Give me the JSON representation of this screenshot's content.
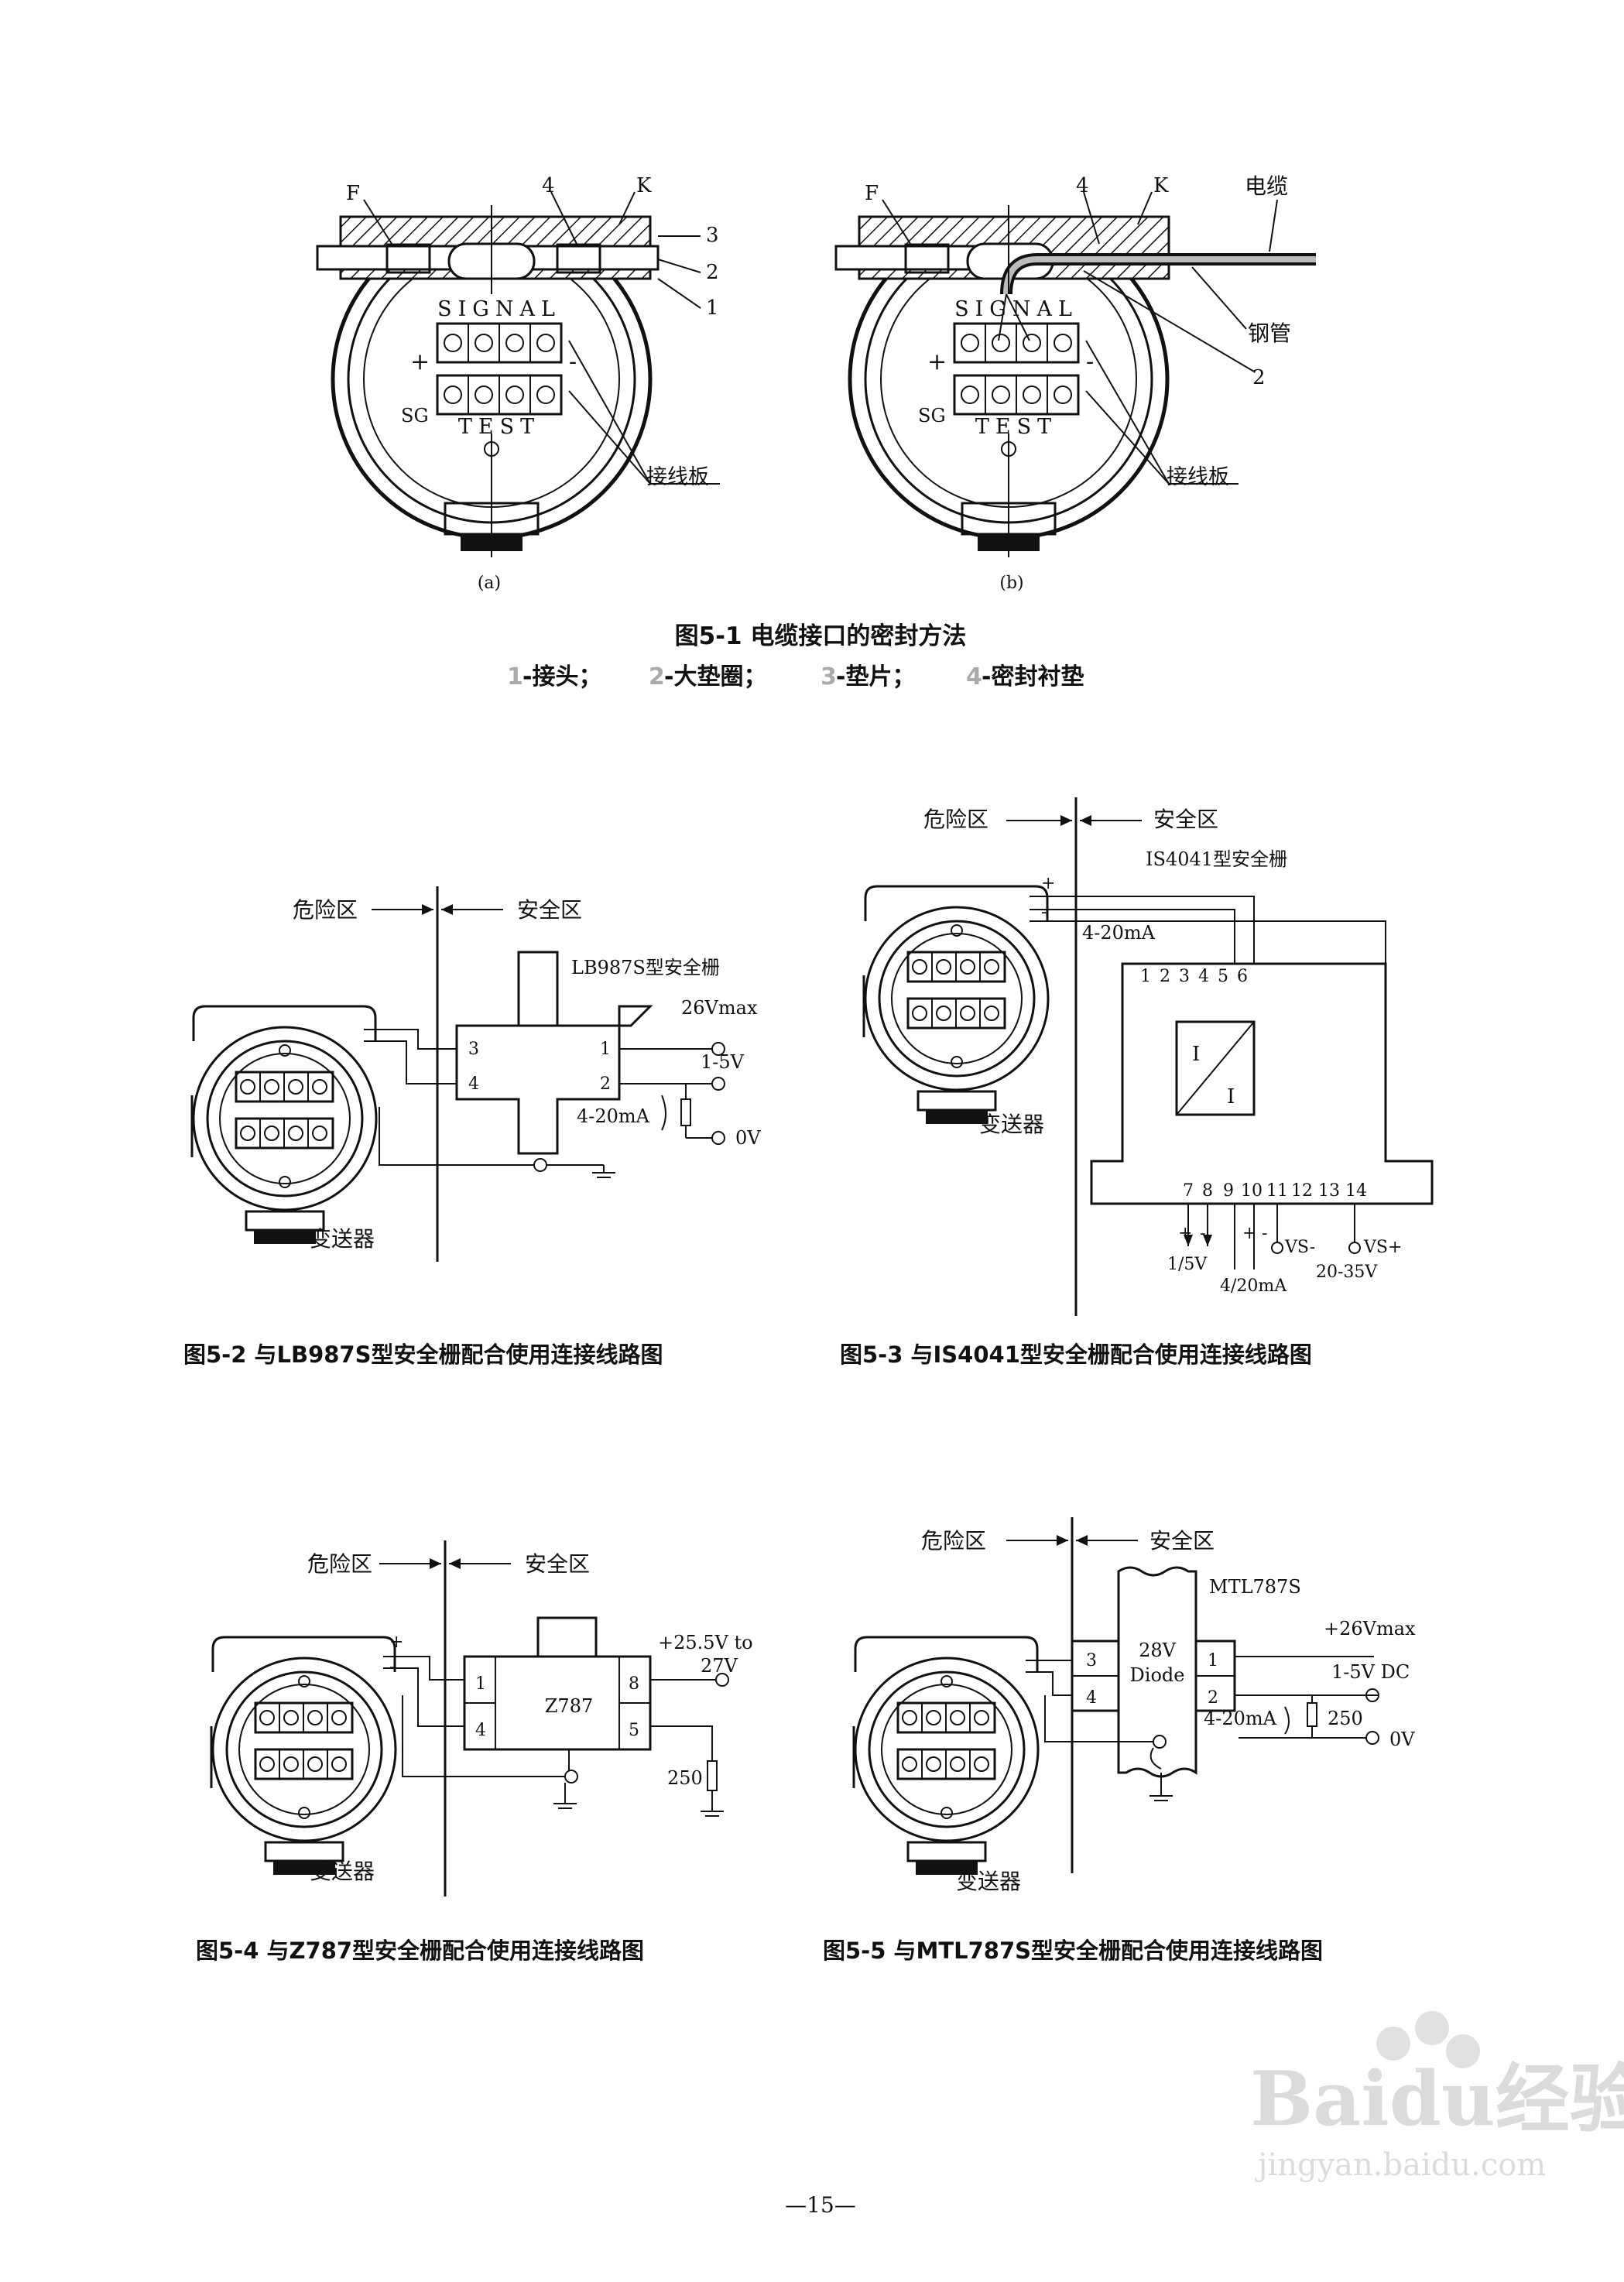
{
  "figure_5_1": {
    "panel_a": {
      "label": "(a)",
      "callouts": [
        "F",
        "4",
        "K",
        "3",
        "2",
        "1"
      ],
      "board_top": "SIGNAL",
      "board_bottom": "TEST",
      "plus": "+",
      "minus": "-",
      "sg": "SG",
      "board_label": "接线板"
    },
    "panel_b": {
      "label": "(b)",
      "callouts": [
        "F",
        "4",
        "K",
        "2"
      ],
      "cable": "电缆",
      "pipe": "钢管",
      "board_top": "SIGNAL",
      "board_bottom": "TEST",
      "plus": "+",
      "minus": "-",
      "sg": "SG",
      "board_label": "接线板"
    },
    "caption": "图5-1 电缆接口的密封方法",
    "legend": [
      {
        "num": "1",
        "text": "-接头；"
      },
      {
        "num": "2",
        "text": "-大垫圈；"
      },
      {
        "num": "3",
        "text": "-垫片；"
      },
      {
        "num": "4",
        "text": "-密封衬垫"
      }
    ]
  },
  "figure_5_2": {
    "danger": "危险区",
    "safe": "安全区",
    "barrier": "LB987S型安全栅",
    "pins": [
      "3",
      "4",
      "1",
      "2"
    ],
    "v_max": "26Vmax",
    "v_range": "1-5V",
    "current": "4-20mA",
    "zero": "0V",
    "transmitter": "变送器",
    "caption": "图5-2 与LB987S型安全栅配合使用连接线路图"
  },
  "figure_5_3": {
    "danger": "危险区",
    "safe": "安全区",
    "barrier": "IS4041型安全栅",
    "plus": "+",
    "minus": "-",
    "current": "4-20mA",
    "top_pins": [
      "1",
      "2",
      "3",
      "4",
      "5",
      "6"
    ],
    "bottom_pins": [
      "7",
      "8",
      "9",
      "10",
      "11",
      "12",
      "13",
      "14"
    ],
    "block_i": "I",
    "out_v": "1/5V",
    "out_i": "4/20mA",
    "vs_minus": "VS-",
    "vs_plus": "VS+",
    "supply": "20-35V",
    "transmitter": "变送器",
    "caption": "图5-3 与IS4041型安全栅配合使用连接线路图"
  },
  "figure_5_4": {
    "danger": "危险区",
    "safe": "安全区",
    "plus": "+",
    "minus": "-",
    "barrier": "Z787",
    "pins": [
      "1",
      "4",
      "8",
      "5"
    ],
    "supply_1": "+25.5V to",
    "supply_2": "27V",
    "resistor": "250",
    "transmitter": "变送器",
    "caption": "图5-4 与Z787型安全栅配合使用连接线路图"
  },
  "figure_5_5": {
    "danger": "危险区",
    "safe": "安全区",
    "barrier": "MTL787S",
    "diode_1": "28V",
    "diode_2": "Diode",
    "pins": [
      "3",
      "4",
      "1",
      "2"
    ],
    "v_max": "+26Vmax",
    "v_dc": "1-5V DC",
    "resistor": "250",
    "current": "4-20mA",
    "zero": "0V",
    "transmitter": "变送器",
    "caption": "图5-5 与MTL787S型安全栅配合使用连接线路图"
  },
  "page_number": "—15—",
  "watermark": {
    "brand": "Baidu经验",
    "url": "jingyan.baidu.com"
  }
}
